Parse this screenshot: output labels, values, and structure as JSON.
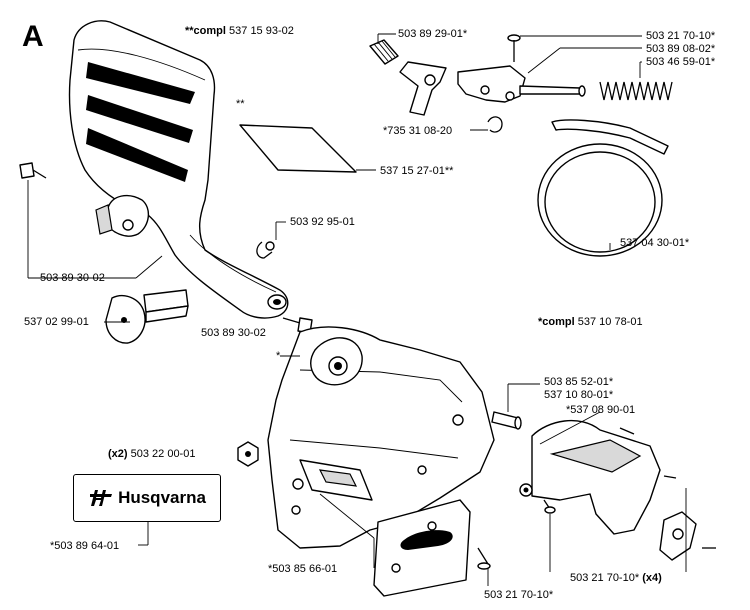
{
  "section": "A",
  "decal": {
    "brand": "Husqvarna"
  },
  "labels": {
    "chain_brake_handle": {
      "prefix": "**compl",
      "number": "537 15 93-02"
    },
    "handle_note": "**",
    "brake_adjuster": "503 89 29-01*",
    "screw_top": "503 21 70-10*",
    "spring_arm": "503 89 08-02*",
    "spring": "503 46 59-01*",
    "retainer_clip": "*735 31 08-20",
    "film": "537 15 27-01**",
    "circlip": "503 92 95-01",
    "brake_band": "537 04 30-01*",
    "pivot_screw_left": "503 89 30-02",
    "clutch_cover_pin": "537 02 99-01",
    "pivot_screw_lower": "503 89 30-02",
    "clutch_cover": {
      "prefix": "*compl",
      "number": "537 10 78-01"
    },
    "cover_note": "*",
    "sleeve": "503 85 52-01*",
    "plate": "537 10 80-01*",
    "chain_catcher": "*537 08 90-01",
    "nut": {
      "prefix": "(x2)",
      "number": "503 22 00-01"
    },
    "decal_part": "*503 89 64-01",
    "guide_plate": "*503 85 66-01",
    "screw_x4": {
      "number": "503 21 70-10*",
      "suffix": "(x4)"
    },
    "screw_bottom": "503 21 70-10*"
  }
}
